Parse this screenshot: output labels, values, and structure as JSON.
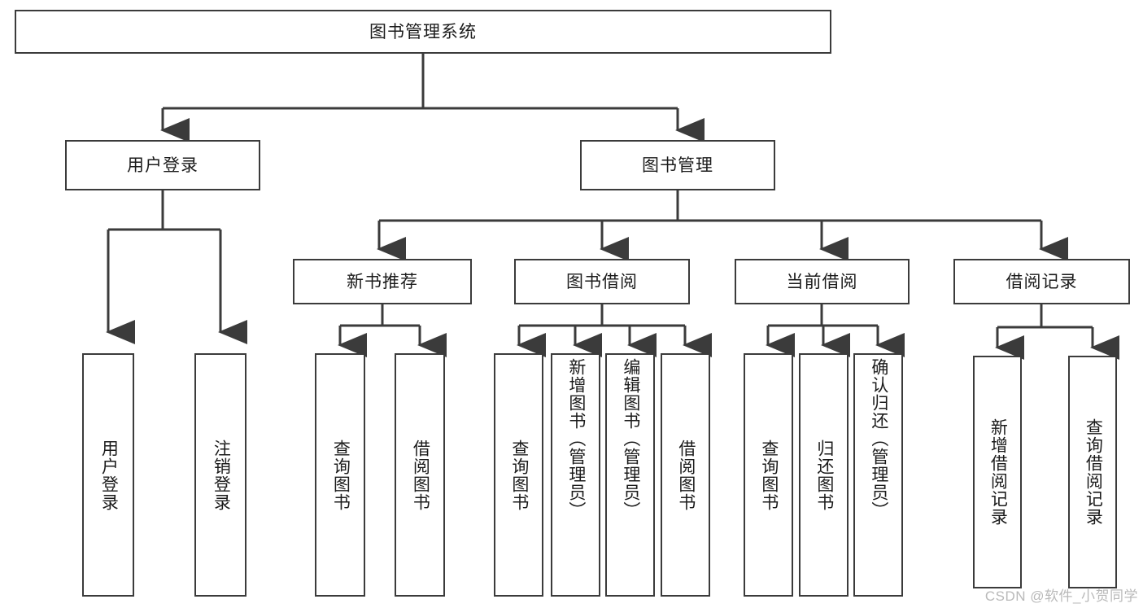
{
  "diagram": {
    "title": "图书管理系统",
    "type": "tree",
    "colors": {
      "box_border": "#3b3b3b",
      "box_fill": "#ffffff",
      "connector": "#3b3b3b",
      "text": "#1b1b1b",
      "watermark": "#b9b9b9"
    },
    "root": {
      "label": "图书管理系统"
    },
    "level2": [
      {
        "label": "用户登录"
      },
      {
        "label": "图书管理"
      }
    ],
    "level3": [
      {
        "label": "新书推荐"
      },
      {
        "label": "图书借阅"
      },
      {
        "label": "当前借阅"
      },
      {
        "label": "借阅记录"
      }
    ],
    "leaves": {
      "user_login": [
        {
          "label": "用户登录"
        },
        {
          "label": "注销登录"
        }
      ],
      "new_book_rec": [
        {
          "label": "查询图书"
        },
        {
          "label": "借阅图书"
        }
      ],
      "book_borrow": [
        {
          "label": "查询图书"
        },
        {
          "label": "新增图书（管理员）"
        },
        {
          "label": "编辑图书（管理员）"
        },
        {
          "label": "借阅图书"
        }
      ],
      "current_borrow": [
        {
          "label": "查询图书"
        },
        {
          "label": "归还图书"
        },
        {
          "label": "确认归还（管理员）"
        }
      ],
      "borrow_record": [
        {
          "label": "新增借阅记录"
        },
        {
          "label": "查询借阅记录"
        }
      ]
    },
    "watermark": "CSDN @软件_小贺同学"
  }
}
